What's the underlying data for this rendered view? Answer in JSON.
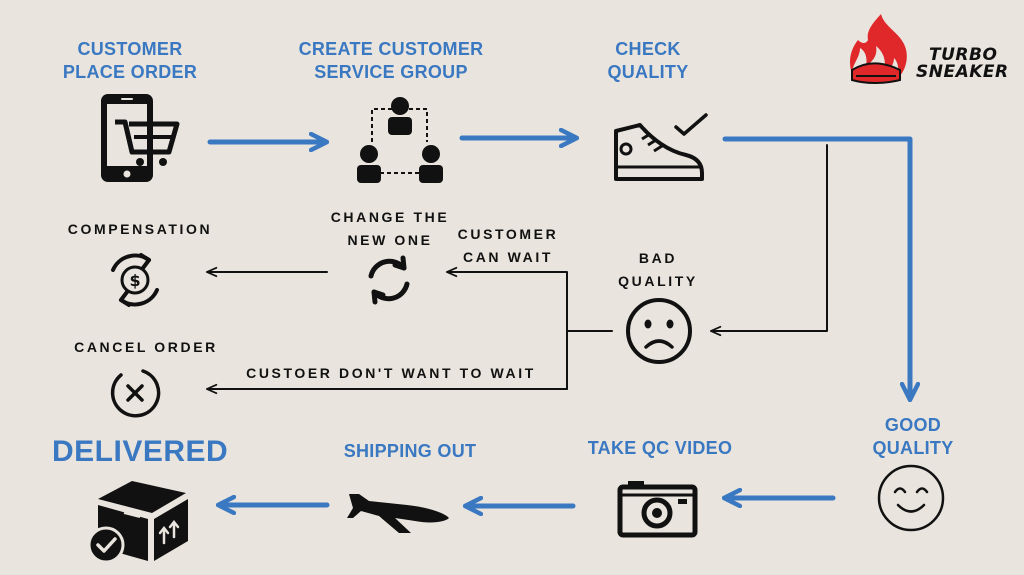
{
  "logo": {
    "line1": "TURBO",
    "line2": "SNEAKER",
    "icon": "flame-sneaker-icon"
  },
  "colors": {
    "accent": "#3a78c2",
    "background": "#e9e5de",
    "ink": "#111111",
    "flame": "#e0282b"
  },
  "steps": {
    "place_order": {
      "label": "CUSTOMER\nPLACE ORDER",
      "icon": "phone-cart-icon"
    },
    "service_group": {
      "label": "CREATE CUSTOMER\nSERVICE GROUP",
      "icon": "group-network-icon"
    },
    "check_quality": {
      "label": "CHECK\nQUALITY",
      "icon": "sneaker-check-icon"
    },
    "bad_quality": {
      "label": "BAD\nQUALITY",
      "icon": "sad-face-icon"
    },
    "good_quality": {
      "label": "GOOD\nQUALITY",
      "icon": "happy-face-icon"
    },
    "change_new": {
      "label": "CHANGE THE\nNEW ONE",
      "icon": "refresh-icon"
    },
    "compensation": {
      "label": "COMPENSATION",
      "icon": "money-cycle-icon"
    },
    "cancel_order": {
      "label": "CANCEL ORDER",
      "icon": "cancel-circle-icon"
    },
    "qc_video": {
      "label": "TAKE QC VIDEO",
      "icon": "camera-icon"
    },
    "shipping_out": {
      "label": "SHIPPING OUT",
      "icon": "airplane-icon"
    },
    "delivered": {
      "label": "DELIVERED",
      "icon": "delivered-box-icon"
    }
  },
  "branches": {
    "can_wait": "CUSTOMER\nCAN WAIT",
    "dont_wait": "CUSTOER DON'T WANT TO WAIT"
  }
}
